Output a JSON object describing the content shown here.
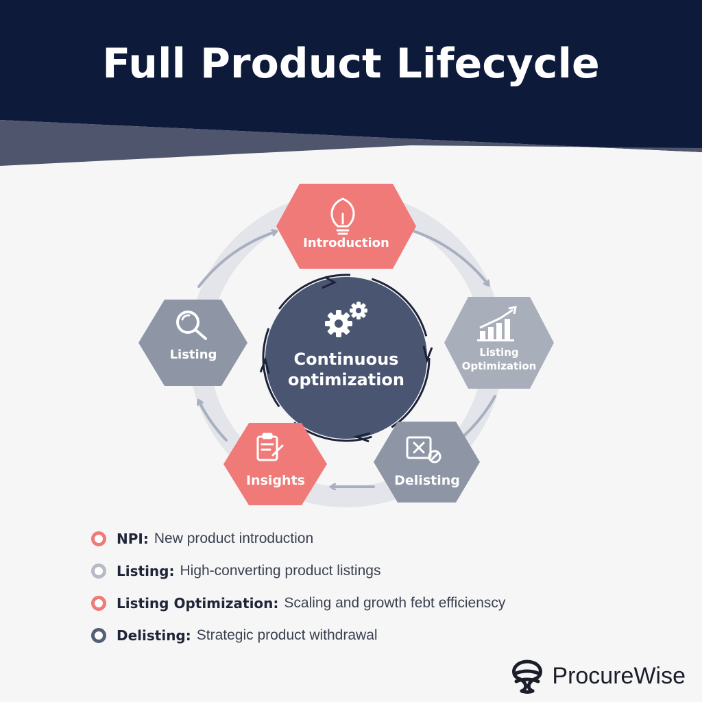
{
  "title": "Full Product Lifecycle",
  "colors": {
    "header_bg": "#0e1a3a",
    "accent_red": "#f07a78",
    "grey_node": "#8e95a5",
    "center_node": "#4a5571",
    "ring": "#e3e5ea",
    "arrow": "#a8b0bf"
  },
  "cycle": {
    "center": {
      "label_line1": "Continuous",
      "label_line2": "optimization",
      "icon": "gears-icon"
    },
    "nodes": [
      {
        "id": "introduction",
        "label": "Introduction",
        "icon": "lightbulb-icon",
        "color": "#f07a78"
      },
      {
        "id": "listing-optimization",
        "label_line1": "Listing",
        "label_line2": "Optimization",
        "icon": "bar-chart-icon",
        "color": "#a9aebb"
      },
      {
        "id": "delisting",
        "label": "Delisting",
        "icon": "delist-icon",
        "color": "#8e95a5"
      },
      {
        "id": "insights",
        "label": "Insights",
        "icon": "clipboard-icon",
        "color": "#f07a78"
      },
      {
        "id": "listing",
        "label": "Listing",
        "icon": "magnifier-icon",
        "color": "#8e95a5"
      }
    ]
  },
  "legend": [
    {
      "term": "NPI:",
      "desc": "New product introduction",
      "color": "#f07a78"
    },
    {
      "term": "Listing:",
      "desc": "High-converting product listings",
      "color": "#b6bac4"
    },
    {
      "term": "Listing Optimization:",
      "desc": "Scaling and growth febt efficienscy",
      "color": "#f07a78"
    },
    {
      "term": "Delisting:",
      "desc": "Strategic product withdrawal",
      "color": "#555e78"
    }
  ],
  "brand": {
    "name": "ProcureWise",
    "icon": "procurewise-logo-icon"
  }
}
